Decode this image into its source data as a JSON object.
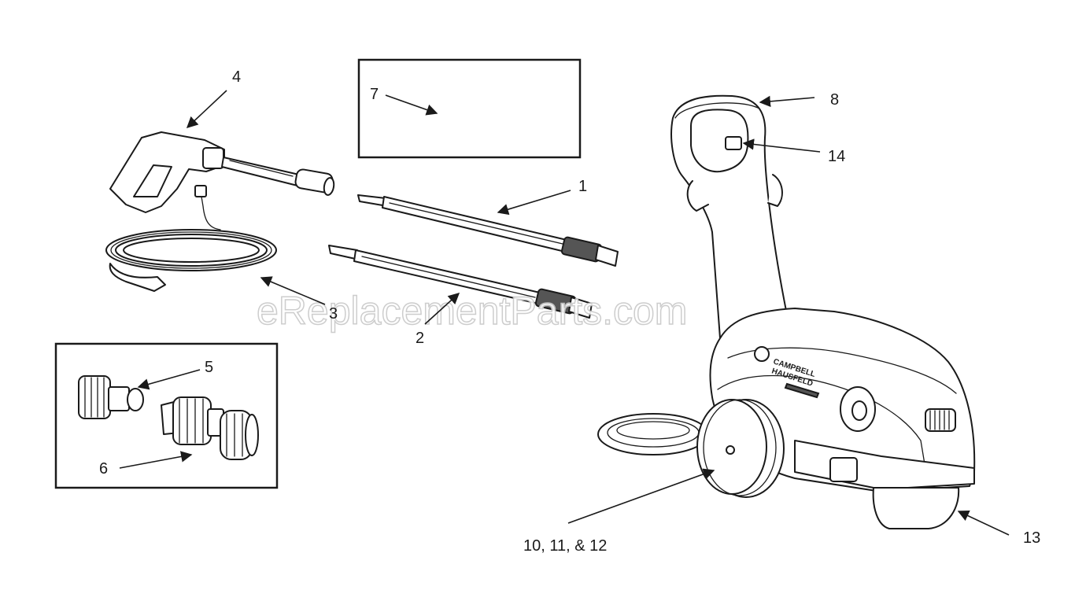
{
  "diagram": {
    "callouts": {
      "c1": "1",
      "c2": "2",
      "c3": "3",
      "c4": "4",
      "c5": "5",
      "c6": "6",
      "c7": "7",
      "c8": "8",
      "c10": "10, 11, & 12",
      "c13": "13",
      "c14": "14"
    },
    "watermark": "eReplacementParts.com",
    "brand": {
      "line1": "CAMPBELL",
      "line2": "HAUSFELD"
    }
  }
}
